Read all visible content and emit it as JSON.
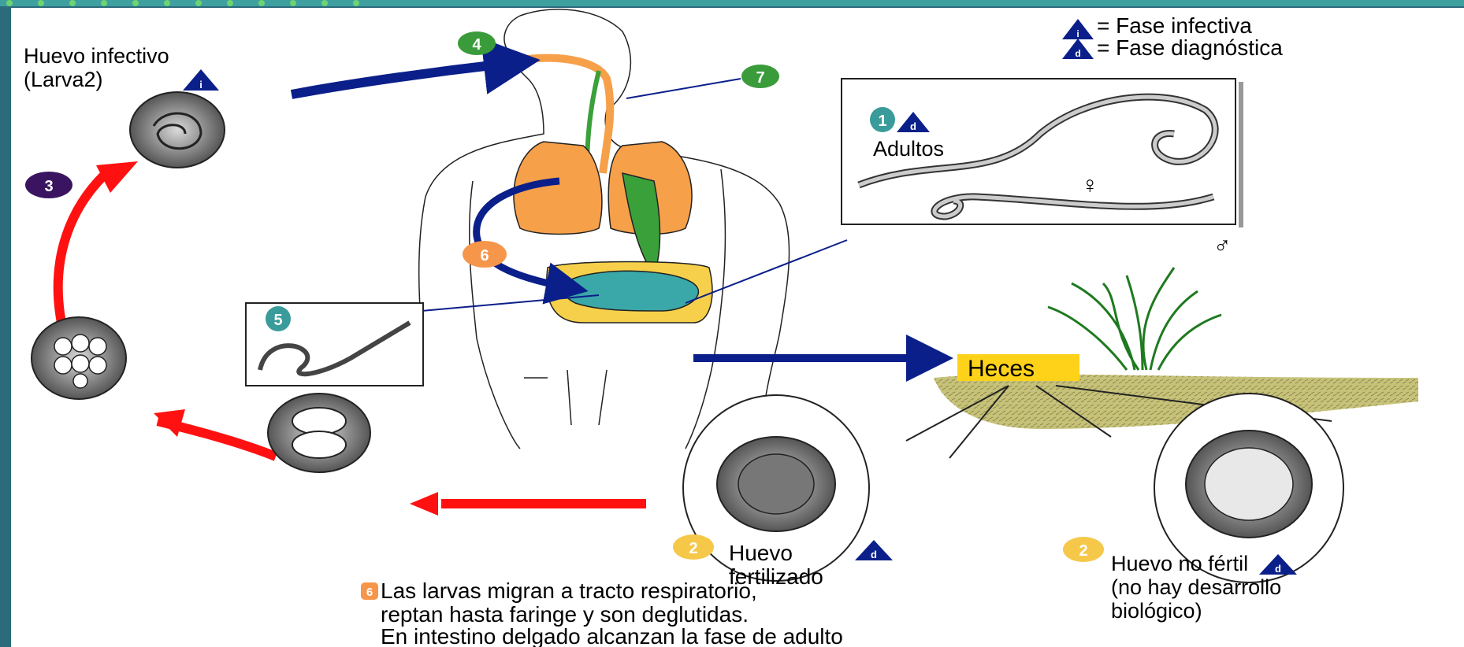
{
  "colors": {
    "background_frame": "#2b6b7c",
    "canvas": "#ffffff",
    "blue_arrow": "#0b1f8a",
    "red_arrow": "#ff1111",
    "green_marker": "#3a9b3a",
    "purple_marker": "#3a1460",
    "teal_marker": "#3a9b9b",
    "orange_marker": "#f6964a",
    "yellow_marker": "#f6c84a",
    "lungs": "#f6a04a",
    "stomach": "#3aa03a",
    "intestine_large": "#f6d04a",
    "intestine_small": "#3aa8a8",
    "feces_label_bg": "#ffd21a",
    "soil": "#c7c27a"
  },
  "legend": {
    "infective": {
      "badge_letter": "i",
      "text": "= Fase infectiva"
    },
    "diagnostic": {
      "badge_letter": "d",
      "text": "= Fase diagnóstica"
    }
  },
  "stages": {
    "s1": {
      "number": "1",
      "badge_letter": "d",
      "label": "Adultos",
      "female_symbol": "♀",
      "male_symbol": "♂"
    },
    "s2a": {
      "number": "2",
      "badge_letter": "d",
      "label_line1": "Huevo",
      "label_line2": "fertilizado"
    },
    "s2b": {
      "number": "2",
      "badge_letter": "d",
      "label_line1": "Huevo no fértil",
      "label_line2": "(no hay desarrollo",
      "label_line3": "biológico)"
    },
    "s3": {
      "number": "3"
    },
    "s4": {
      "number": "4"
    },
    "s5": {
      "number": "5"
    },
    "s6": {
      "number": "6"
    },
    "s7": {
      "number": "7"
    },
    "infective_egg": {
      "label_line1": "Huevo infectivo",
      "label_line2": "(Larva2)",
      "badge_letter": "i"
    },
    "feces": {
      "label": "Heces"
    }
  },
  "footnote": {
    "number": "6",
    "line1": "Las larvas migran a tracto respiratorio,",
    "line2": "reptan hasta faringe y son deglutidas.",
    "line3": "En intestino delgado alcanzan la fase de adulto"
  }
}
